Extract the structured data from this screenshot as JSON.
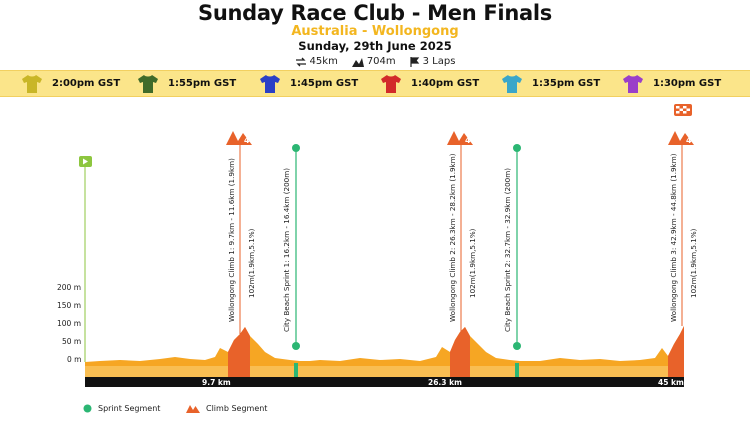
{
  "header": {
    "title": "Sunday Race Club - Men Finals",
    "subtitle": "Australia - Wollongong",
    "date": "Sunday, 29th June 2025",
    "stats": {
      "distance": "45km",
      "elevation": "704m",
      "laps": "3 Laps"
    }
  },
  "waves": [
    {
      "time": "2:00pm GST",
      "jersey_color": "#c9b627"
    },
    {
      "time": "1:55pm GST",
      "jersey_color": "#3f6b2a"
    },
    {
      "time": "1:45pm GST",
      "jersey_color": "#2a3fc6"
    },
    {
      "time": "1:40pm GST",
      "jersey_color": "#d22a2a"
    },
    {
      "time": "1:35pm GST",
      "jersey_color": "#3aa6c9"
    },
    {
      "time": "1:30pm GST",
      "jersey_color": "#9a3fc9"
    }
  ],
  "profile": {
    "y_ticks": [
      "200 m",
      "150 m",
      "100 m",
      "50 m",
      "0 m"
    ],
    "km_markers": [
      "9.7 km",
      "26.3 km",
      "45 km"
    ],
    "climbs": [
      {
        "category": "4",
        "label": "Wollongong Climb 1: 9.7km - 11.6km (1.9km)",
        "stats": "102m(1.9km,5.1%)"
      },
      {
        "category": "4",
        "label": "Wollongong Climb 2: 26.3km - 28.2km (1.9km)",
        "stats": "102m(1.9km,5.1%)"
      },
      {
        "category": "4",
        "label": "Wollongong Climb 3: 42.9km - 44.8km (1.9km)",
        "stats": "102m(1.9km,5.1%)"
      }
    ],
    "sprints": [
      {
        "label": "City Beach Sprint 1: 16.2km - 16.4km (200m)"
      },
      {
        "label": "City Beach Sprint 2: 32.7km - 32.9km (200m)"
      }
    ],
    "colors": {
      "terrain": "#f6a623",
      "terrain_light": "#fbd27a",
      "climb": "#e8622a",
      "sprint": "#2bb673",
      "start": "#8dc63f",
      "bar": "#111111"
    }
  },
  "legend": {
    "sprint": "Sprint Segment",
    "climb": "Climb Segment"
  }
}
